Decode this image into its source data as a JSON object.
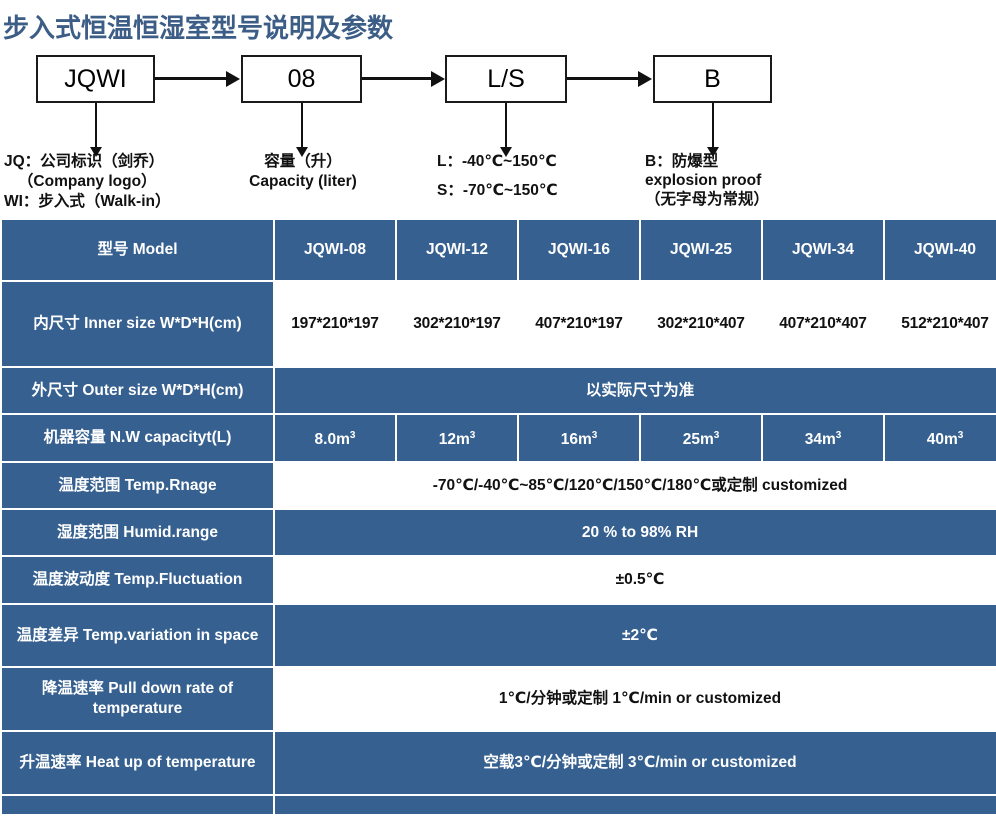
{
  "title": "步入式恒温恒湿室型号说明及参数",
  "diagram": {
    "boxes": [
      {
        "label": "JQWI"
      },
      {
        "label": "08"
      },
      {
        "label": "L/S"
      },
      {
        "label": "B"
      }
    ],
    "captions": [
      {
        "line1": "JQ：公司标识（剑乔）",
        "line2": "（Company logo）",
        "line3": "WI：步入式（Walk-in）"
      },
      {
        "line1": "容量（升）",
        "line2": "Capacity (liter)"
      },
      {
        "line1": "L：-40℃~150℃",
        "line2": "S：-70℃~150℃"
      },
      {
        "line1": "B：防爆型",
        "line2": "explosion proof",
        "line3": "（无字母为常规）"
      }
    ]
  },
  "table": {
    "header": {
      "label": "型号 Model",
      "models": [
        "JQWI-08",
        "JQWI-12",
        "JQWI-16",
        "JQWI-25",
        "JQWI-34",
        "JQWI-40"
      ]
    },
    "rows": [
      {
        "label": "内尺寸 Inner size W*D*H(cm)",
        "type": "percolumn",
        "fill": "white",
        "values": [
          "197*210*197",
          "302*210*197",
          "407*210*197",
          "302*210*407",
          "407*210*407",
          "512*210*407"
        ]
      },
      {
        "label": "外尺寸 Outer size W*D*H(cm)",
        "type": "merged",
        "fill": "blue",
        "value": "以实际尺寸为准"
      },
      {
        "label": "机器容量 N.W capacityt(L)",
        "type": "percolumn",
        "fill": "blue",
        "values": [
          "8.0m³",
          "12m³",
          "16m³",
          "25m³",
          "34m³",
          "40m³"
        ]
      },
      {
        "label": "温度范围 Temp.Rnage",
        "type": "merged",
        "fill": "white",
        "value": "-70℃/-40℃~85℃/120℃/150℃/180℃或定制 customized"
      },
      {
        "label": "湿度范围 Humid.range",
        "type": "merged",
        "fill": "blue",
        "value": "20 % to 98% RH"
      },
      {
        "label": "温度波动度 Temp.Fluctuation",
        "type": "merged",
        "fill": "white",
        "value": "±0.5℃"
      },
      {
        "label": "温度差异 Temp.variation in space",
        "type": "merged",
        "fill": "blue",
        "value": "±2℃"
      },
      {
        "label": "降温速率 Pull down rate of temperature",
        "type": "merged",
        "fill": "white",
        "value": "1℃/分钟或定制    1℃/min or customized"
      },
      {
        "label": "升温速率 Heat up of temperature",
        "type": "merged",
        "fill": "blue",
        "value": "空载3℃/分钟或定制 3℃/min or customized"
      },
      {
        "label": "",
        "type": "merged",
        "fill": "blue",
        "value": ""
      }
    ]
  }
}
